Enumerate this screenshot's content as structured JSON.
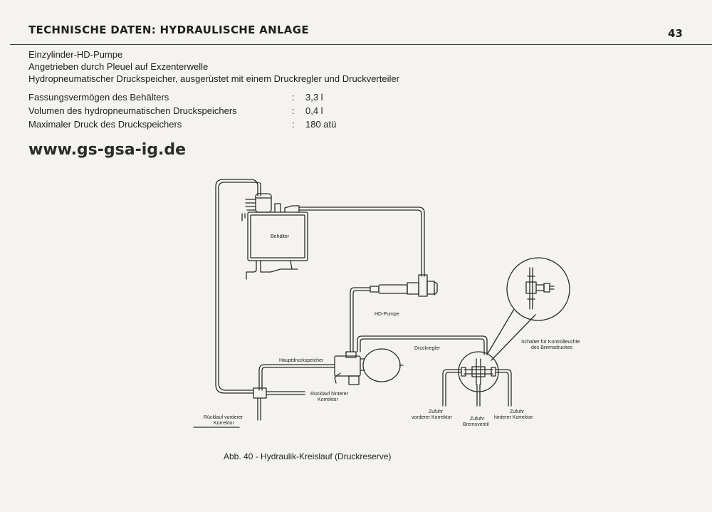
{
  "header": {
    "title": "TECHNISCHE DATEN: HYDRAULISCHE ANLAGE",
    "page_number": "43"
  },
  "intro": {
    "lines": [
      "Einzylinder-HD-Pumpe",
      "Angetrieben durch Pleuel auf Exzenterwelle",
      "Hydropneumatischer Druckspeicher, ausgerüstet mit einem Druckregler und Druckverteiler"
    ]
  },
  "specs": [
    {
      "label": "Fassungsvermögen des Behälters",
      "sep": ":",
      "value": "3,3 l"
    },
    {
      "label": "Volumen des hydropneumatischen Druckspeichers",
      "sep": ":",
      "value": "0,4 l"
    },
    {
      "label": "Maximaler Druck des Druckspeichers",
      "sep": ":",
      "value": "180 atü"
    }
  ],
  "website": "www.gs-gsa-ig.de",
  "diagram": {
    "labels": {
      "behaelter": "Behälter",
      "hd_pumpe": "HD-Pumpe",
      "hauptdruckspeicher": "Hauptdruckspeicher",
      "druckregler": "Druckregler",
      "schalter_line1": "Schalter für Kontrolleuchte",
      "schalter_line2": "des Bremsdruckes",
      "ruecklauf_hinten_line1": "Rücklauf hinterer",
      "ruecklauf_hinten_line2": "Korrektor",
      "ruecklauf_vorne_line1": "Rücklauf vorderer",
      "ruecklauf_vorne_line2": "Korrektor",
      "zufuhr_vorne_line1": "Zufuhr",
      "zufuhr_vorne_line2": "vorderer Korrektor",
      "zufuhr_brems_line1": "Zufuhr",
      "zufuhr_brems_line2": "Bremsventil",
      "zufuhr_hinten_line1": "Zufuhr",
      "zufuhr_hinten_line2": "hinterer Korrektor"
    },
    "caption": "Abb. 40 - Hydraulik-Kreislauf (Druckreserve)"
  }
}
